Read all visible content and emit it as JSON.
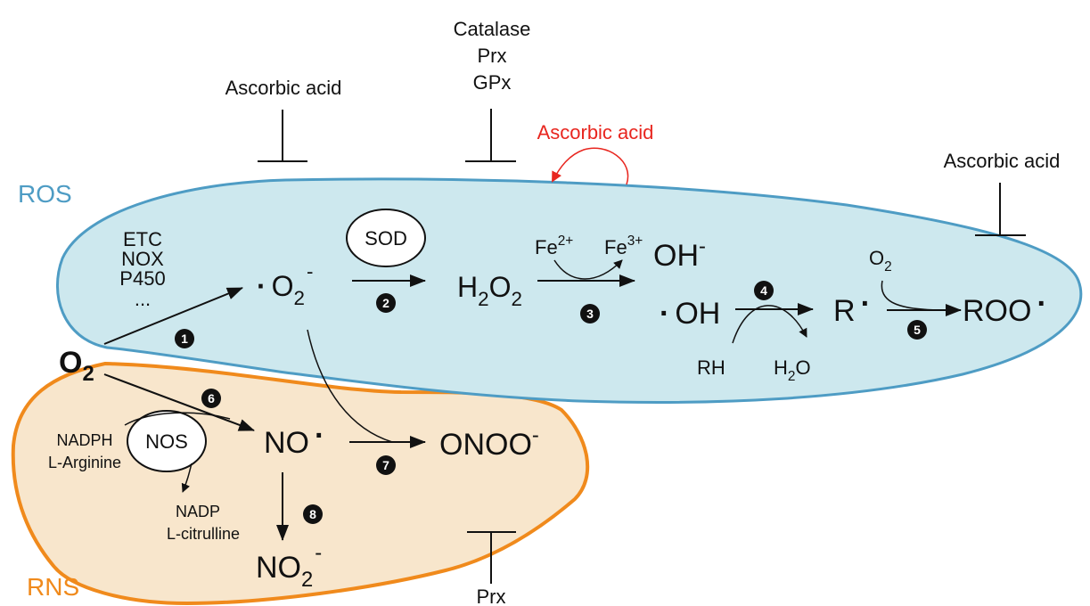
{
  "regions": {
    "ros": {
      "label": "ROS",
      "color": "#4e9cc4",
      "fill": "#cde8ee"
    },
    "rns": {
      "label": "RNS",
      "color": "#f08a1c",
      "fill": "#f8e6cc"
    }
  },
  "inhibitors": {
    "ascorbic_left": "Ascorbic acid",
    "catalase": "Catalase",
    "prx_top": "Prx",
    "gpx": "GPx",
    "ascorbic_red": "Ascorbic acid",
    "ascorbic_red_color": "#e8261f",
    "ascorbic_right": "Ascorbic acid",
    "prx_bottom": "Prx"
  },
  "sources": [
    "ETC",
    "NOX",
    "P450",
    "..."
  ],
  "enzymes": {
    "sod": "SOD",
    "nos": "NOS"
  },
  "species": {
    "o2": {
      "main": "O",
      "sub": "2"
    },
    "superoxide": {
      "dot": "·",
      "main": "O",
      "sub": "2",
      "sup": "-"
    },
    "h2o2": {
      "a": "H",
      "s1": "2",
      "b": "O",
      "s2": "2"
    },
    "hydroxide": {
      "main": "OH",
      "sup": "-"
    },
    "hydroxyl": {
      "dot": "·",
      "main": "OH"
    },
    "alkyl": {
      "main": "R",
      "dot": "·"
    },
    "peroxyl": {
      "main": "ROO",
      "dot": "·"
    },
    "no": {
      "main": "NO",
      "dot": "·"
    },
    "peroxynitrite": {
      "main": "ONOO",
      "sup": "-"
    },
    "nitrite": {
      "main": "NO",
      "sub": "2",
      "sup": "-"
    }
  },
  "reactants": {
    "fe2": {
      "main": "Fe",
      "sup": "2+"
    },
    "fe3": {
      "main": "Fe",
      "sup": "3+"
    },
    "rh": "RH",
    "h2o": {
      "a": "H",
      "s": "2",
      "b": "O"
    },
    "o2_small": {
      "main": "O",
      "sub": "2"
    },
    "nadph": "NADPH",
    "l_arginine": "L-Arginine",
    "nadp": "NADP",
    "l_citrulline": "L-citrulline"
  },
  "steps": [
    "1",
    "2",
    "3",
    "4",
    "5",
    "6",
    "7",
    "8"
  ]
}
